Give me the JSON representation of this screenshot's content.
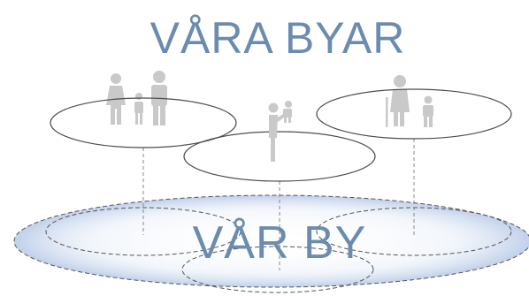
{
  "diagram": {
    "title": "VÅRA BYAR",
    "base_label": "VÅR BY",
    "colors": {
      "text": "#6a8cb0",
      "outline": "#4d4d4d",
      "figure": "#c9c9c9",
      "dashed": "#555555",
      "glow": "#c7d5ec"
    },
    "villages": [
      {
        "name": "family-village",
        "icon": "family-icon"
      },
      {
        "name": "parent-child-village",
        "icon": "parent-lifting-child-icon"
      },
      {
        "name": "elderly-village",
        "icon": "elderly-with-child-icon"
      }
    ]
  }
}
